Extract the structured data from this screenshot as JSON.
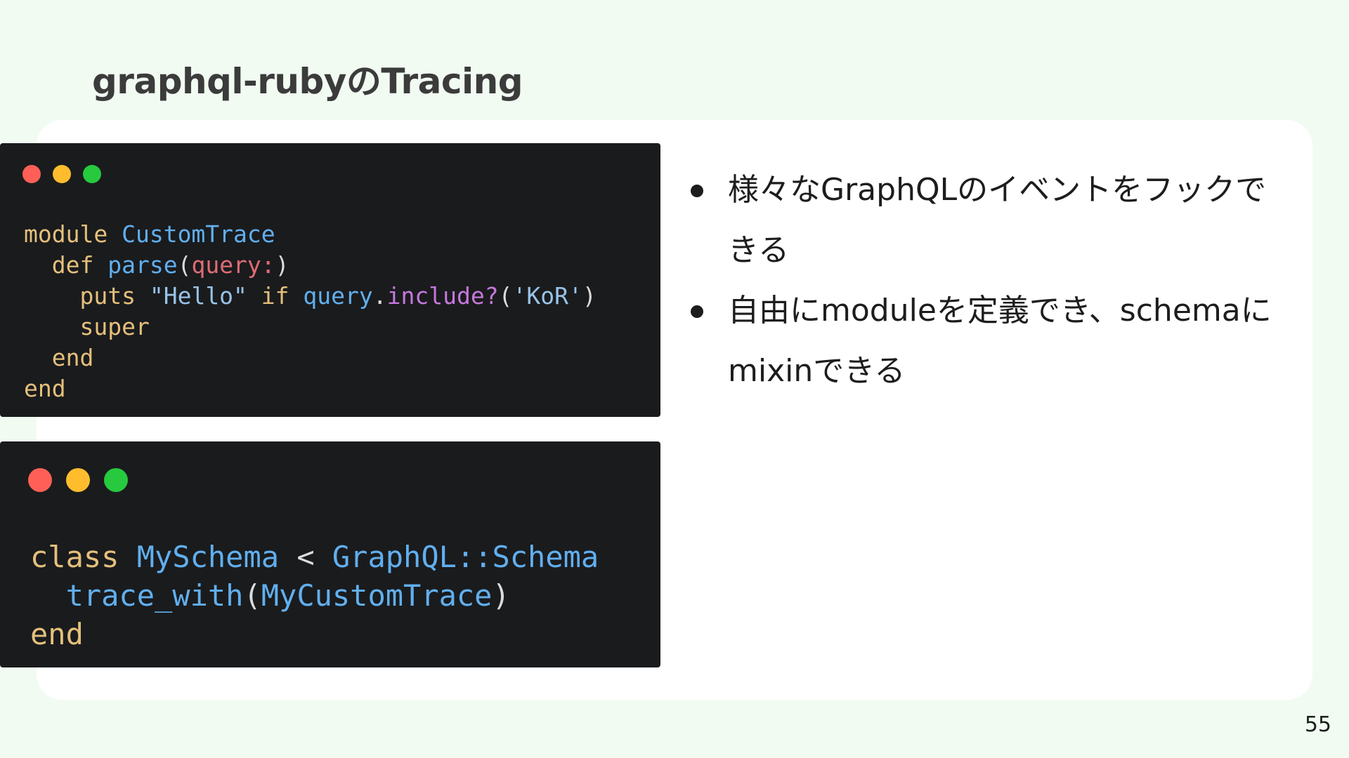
{
  "slide": {
    "title": "graphql-rubyのTracing",
    "page_number": "55"
  },
  "code_windows": [
    {
      "lines": [
        [
          {
            "t": "module",
            "c": "kw"
          },
          {
            "t": " ",
            "c": "plain"
          },
          {
            "t": "CustomTrace",
            "c": "const"
          }
        ],
        [
          {
            "t": "  ",
            "c": "plain"
          },
          {
            "t": "def",
            "c": "kw"
          },
          {
            "t": " ",
            "c": "plain"
          },
          {
            "t": "parse",
            "c": "name"
          },
          {
            "t": "(",
            "c": "plain"
          },
          {
            "t": "query:",
            "c": "param"
          },
          {
            "t": ")",
            "c": "plain"
          }
        ],
        [
          {
            "t": "    ",
            "c": "plain"
          },
          {
            "t": "puts",
            "c": "kw"
          },
          {
            "t": " ",
            "c": "plain"
          },
          {
            "t": "\"Hello\"",
            "c": "str"
          },
          {
            "t": " ",
            "c": "plain"
          },
          {
            "t": "if",
            "c": "kw"
          },
          {
            "t": " ",
            "c": "plain"
          },
          {
            "t": "query",
            "c": "name"
          },
          {
            "t": ".",
            "c": "plain"
          },
          {
            "t": "include?",
            "c": "method"
          },
          {
            "t": "(",
            "c": "plain"
          },
          {
            "t": "'KoR'",
            "c": "str"
          },
          {
            "t": ")",
            "c": "plain"
          }
        ],
        [
          {
            "t": "    ",
            "c": "plain"
          },
          {
            "t": "super",
            "c": "kw"
          }
        ],
        [
          {
            "t": "  ",
            "c": "plain"
          },
          {
            "t": "end",
            "c": "kw"
          }
        ],
        [
          {
            "t": "end",
            "c": "kw"
          }
        ]
      ]
    },
    {
      "lines": [
        [
          {
            "t": "class",
            "c": "kw"
          },
          {
            "t": " ",
            "c": "plain"
          },
          {
            "t": "MySchema",
            "c": "const"
          },
          {
            "t": " < ",
            "c": "plain"
          },
          {
            "t": "GraphQL::Schema",
            "c": "const"
          }
        ],
        [
          {
            "t": "  ",
            "c": "plain"
          },
          {
            "t": "trace_with",
            "c": "name"
          },
          {
            "t": "(",
            "c": "plain"
          },
          {
            "t": "MyCustomTrace",
            "c": "const"
          },
          {
            "t": ")",
            "c": "plain"
          }
        ],
        [
          {
            "t": "end",
            "c": "kw"
          }
        ]
      ]
    }
  ],
  "bullets": [
    "様々なGraphQLのイベントをフックできる",
    "自由にmoduleを定義でき、schemaにmixinできる"
  ],
  "colors": {
    "background": "#f1fbf2",
    "card": "#ffffff",
    "code_bg": "#1a1b1d",
    "dot_red": "#ff5f56",
    "dot_yellow": "#ffbd2e",
    "dot_green": "#27c93f"
  }
}
